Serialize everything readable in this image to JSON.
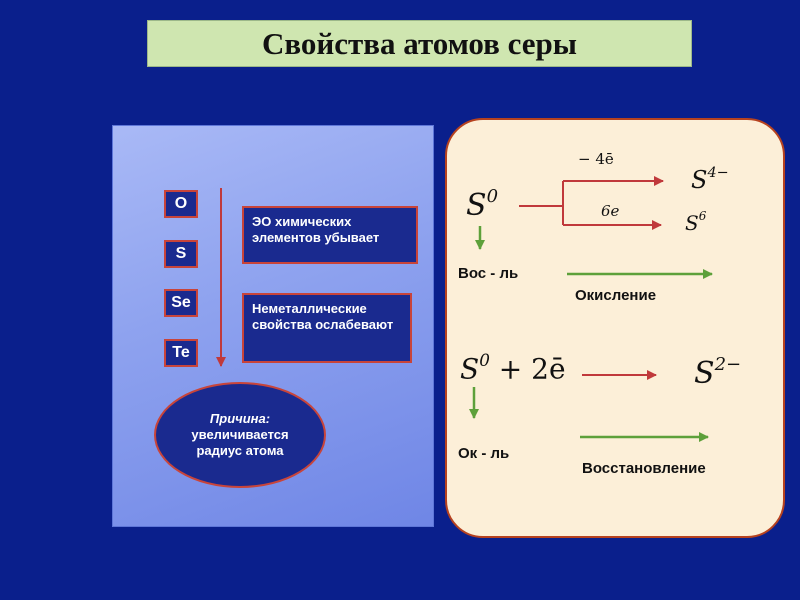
{
  "title": "Свойства атомов серы",
  "elements": [
    "O",
    "S",
    "Se",
    "Te"
  ],
  "info_boxes": {
    "electronegativity": "ЭО химических элементов убывает",
    "nonmetallic": "Неметаллические свойства ослабевают"
  },
  "reason": {
    "heading": "Причина:",
    "line1": "увеличивается",
    "line2": "радиус атома"
  },
  "reaction1": {
    "reactant_symbol": "S",
    "reactant_charge": "0",
    "branch_top_label": "− 4ē",
    "branch_bottom_label": "6e",
    "product_top_symbol": "S",
    "product_top_charge": "4−",
    "product_bottom_symbol": "S",
    "product_bottom_charge": "6",
    "role": "Вос - ль",
    "process": "Окисление"
  },
  "reaction2": {
    "reactant_symbol": "S",
    "reactant_charge": "0",
    "plus_electrons": "+ 2ē",
    "product_symbol": "S",
    "product_charge": "2−",
    "role": "Ок - ль",
    "process": "Восстановление"
  },
  "colors": {
    "background": "#0a1f8c",
    "title_bg": "#cfe6b0",
    "box_fill": "#1a2a8f",
    "box_border": "#c8443a",
    "right_panel_bg": "#fcefd8",
    "red_arrow": "#c0393b",
    "green_arrow": "#5da03a"
  }
}
